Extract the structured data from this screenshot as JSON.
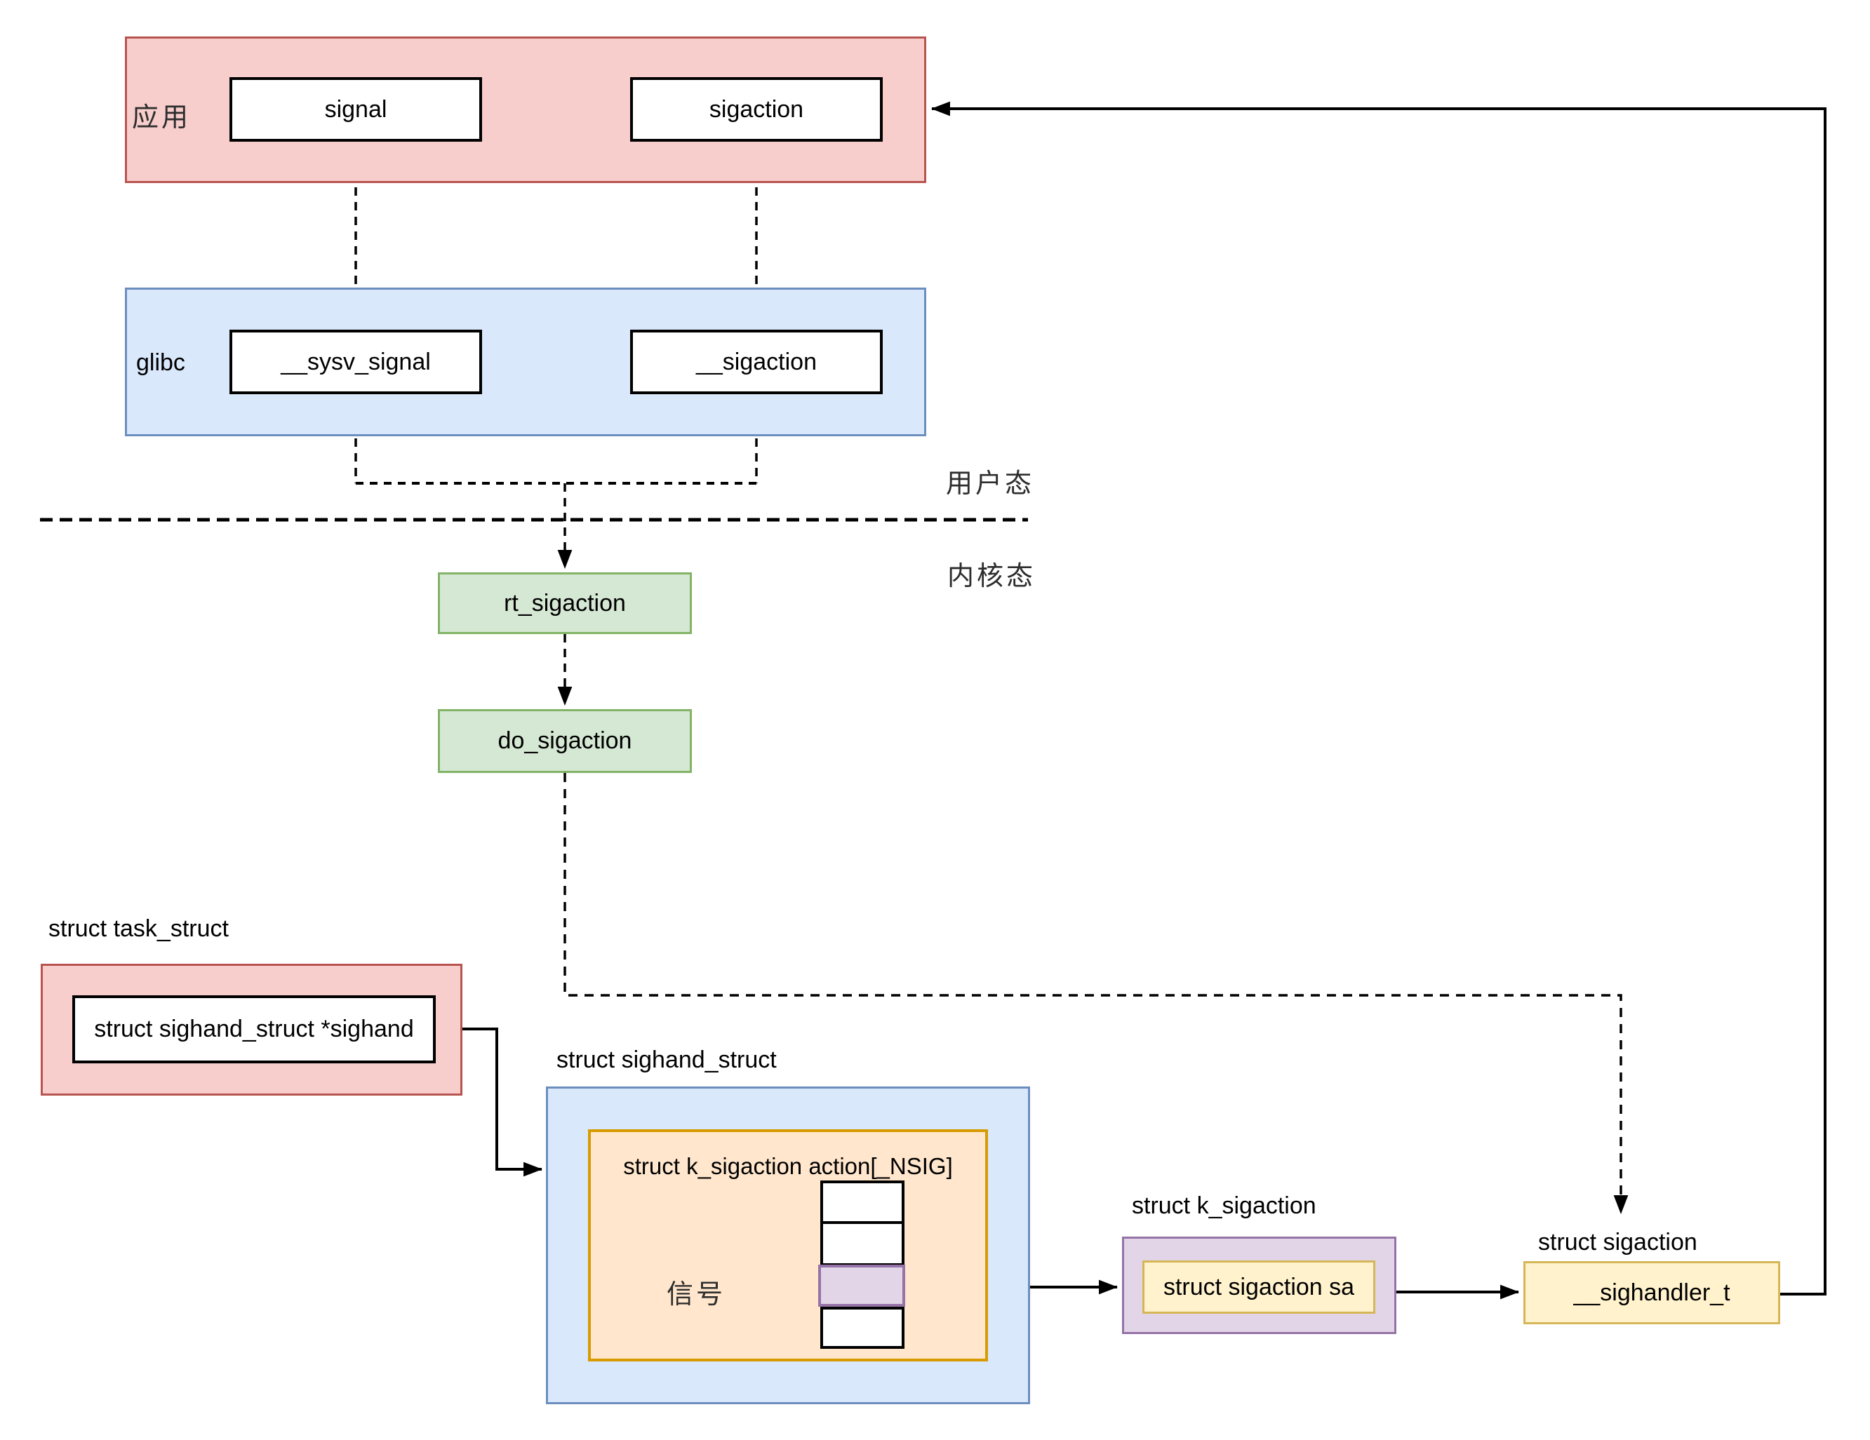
{
  "palette": {
    "app_fill": "#f8cecc",
    "app_stroke": "#b85450",
    "glibc_fill": "#dae8fc",
    "glibc_stroke": "#6c8ebf",
    "kernel_fn_fill": "#d5e8d4",
    "kernel_fn_stroke": "#82b366",
    "array_fill": "#ffe6cc",
    "array_stroke": "#d79b00",
    "ksigaction_fill": "#e1d5e7",
    "ksigaction_stroke": "#9673a6",
    "sigaction_fill": "#fff2cc",
    "sigaction_stroke": "#d6b656",
    "line_color": "#000000"
  },
  "user_space": {
    "app": {
      "label": "应用",
      "functions": [
        {
          "label": "signal"
        },
        {
          "label": "sigaction"
        }
      ]
    },
    "glibc": {
      "label": "glibc",
      "functions": [
        {
          "label": "__sysv_signal"
        },
        {
          "label": "__sigaction"
        }
      ]
    },
    "mode_labels": {
      "user": "用户态",
      "kernel": "内核态"
    }
  },
  "kernel_space": {
    "syscalls": [
      {
        "label": "rt_sigaction"
      },
      {
        "label": "do_sigaction"
      }
    ]
  },
  "structs": {
    "task_struct": {
      "title": "struct task_struct",
      "field": "struct sighand_struct *sighand"
    },
    "sighand_struct": {
      "title": "struct sighand_struct",
      "array_title": "struct k_sigaction action[_NSIG]",
      "signal_pointer_label": "信号",
      "array_cells": 4,
      "highlighted_cell_index": 2
    },
    "k_sigaction": {
      "title": "struct k_sigaction",
      "field": "struct sigaction sa"
    },
    "sigaction": {
      "title": "struct sigaction",
      "field": "__sighandler_t"
    }
  }
}
